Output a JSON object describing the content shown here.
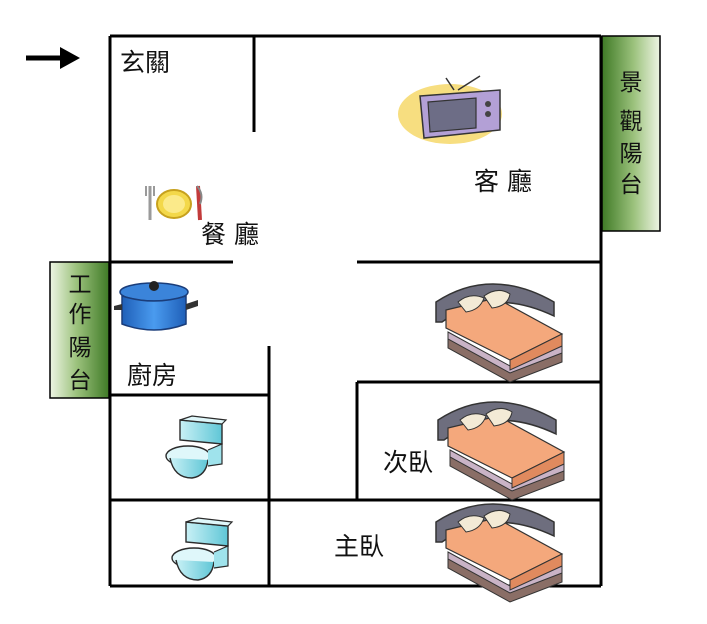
{
  "rooms": {
    "entrance": "玄關",
    "living": "客 廳",
    "dining": "餐 廳",
    "kitchen": "廚房",
    "second_bedroom": "次臥",
    "master_bedroom": "主臥"
  },
  "balconies": {
    "view": [
      "景",
      "觀",
      "陽",
      "台"
    ],
    "work": [
      "工",
      "作",
      "陽",
      "台"
    ]
  },
  "colors": {
    "wall": "#000000",
    "balcony_dark": "#3f7a26",
    "balcony_light": "#e8f1dc",
    "bed_spread": "#f4a87c",
    "bed_frame": "#6e6e7e",
    "toilet": "#8fdde8",
    "pot": "#2f7fd9",
    "tv_body": "#b3a0d6"
  },
  "icons": {
    "entry": "arrow-right-icon",
    "dining": "plate-fork-knife-icon",
    "living": "television-icon",
    "kitchen": "cooking-pot-icon",
    "bedrooms": "bed-icon",
    "bathrooms": "toilet-icon"
  }
}
